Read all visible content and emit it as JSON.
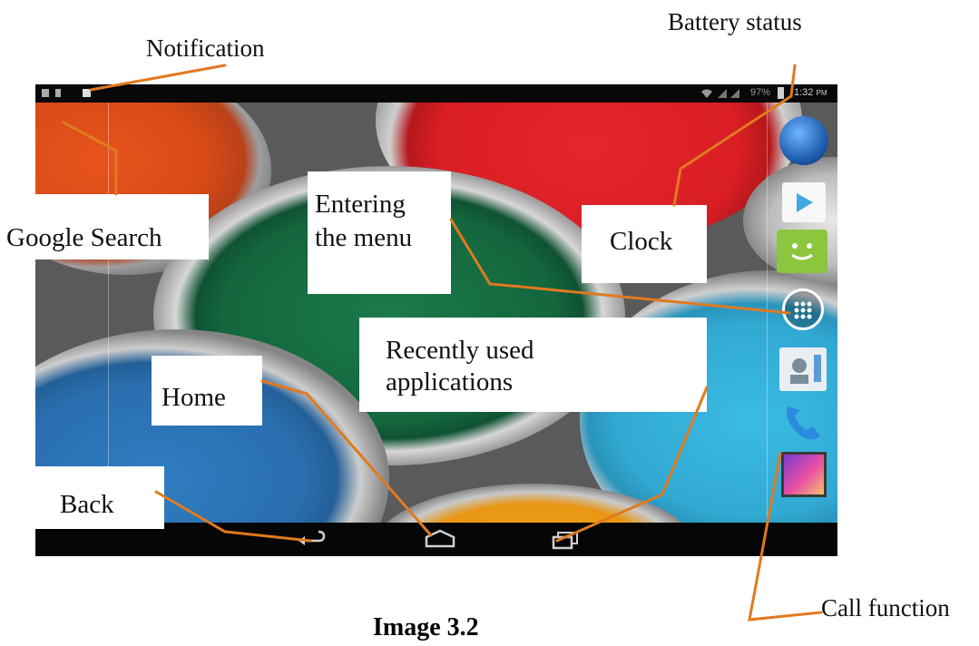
{
  "annotations": {
    "notification": "Notification",
    "battery_status": "Battery status",
    "google_search": "Google Search",
    "entering_menu_line1": "Entering",
    "entering_menu_line2": "the menu",
    "clock": "Clock",
    "recent_apps_line1": "Recently  used",
    "recent_apps_line2": "applications",
    "home": "Home",
    "back": "Back",
    "call_function": "Call function"
  },
  "status_bar": {
    "battery_percent": "97%",
    "time": "1:32",
    "ampm": "PM"
  },
  "caption": "Image 3.2",
  "colors": {
    "annotation_line": "#e07a1f",
    "status_bar_bg": "#080808",
    "nav_bar_bg": "#060606"
  },
  "icons": [
    "notification-icons",
    "wifi-icon",
    "signal-icon",
    "battery-icon",
    "globe-icon",
    "play-store-icon",
    "android-market-icon",
    "app-drawer-icon",
    "contacts-icon",
    "phone-icon",
    "gallery-icon",
    "back-icon",
    "home-icon",
    "recent-apps-icon"
  ]
}
